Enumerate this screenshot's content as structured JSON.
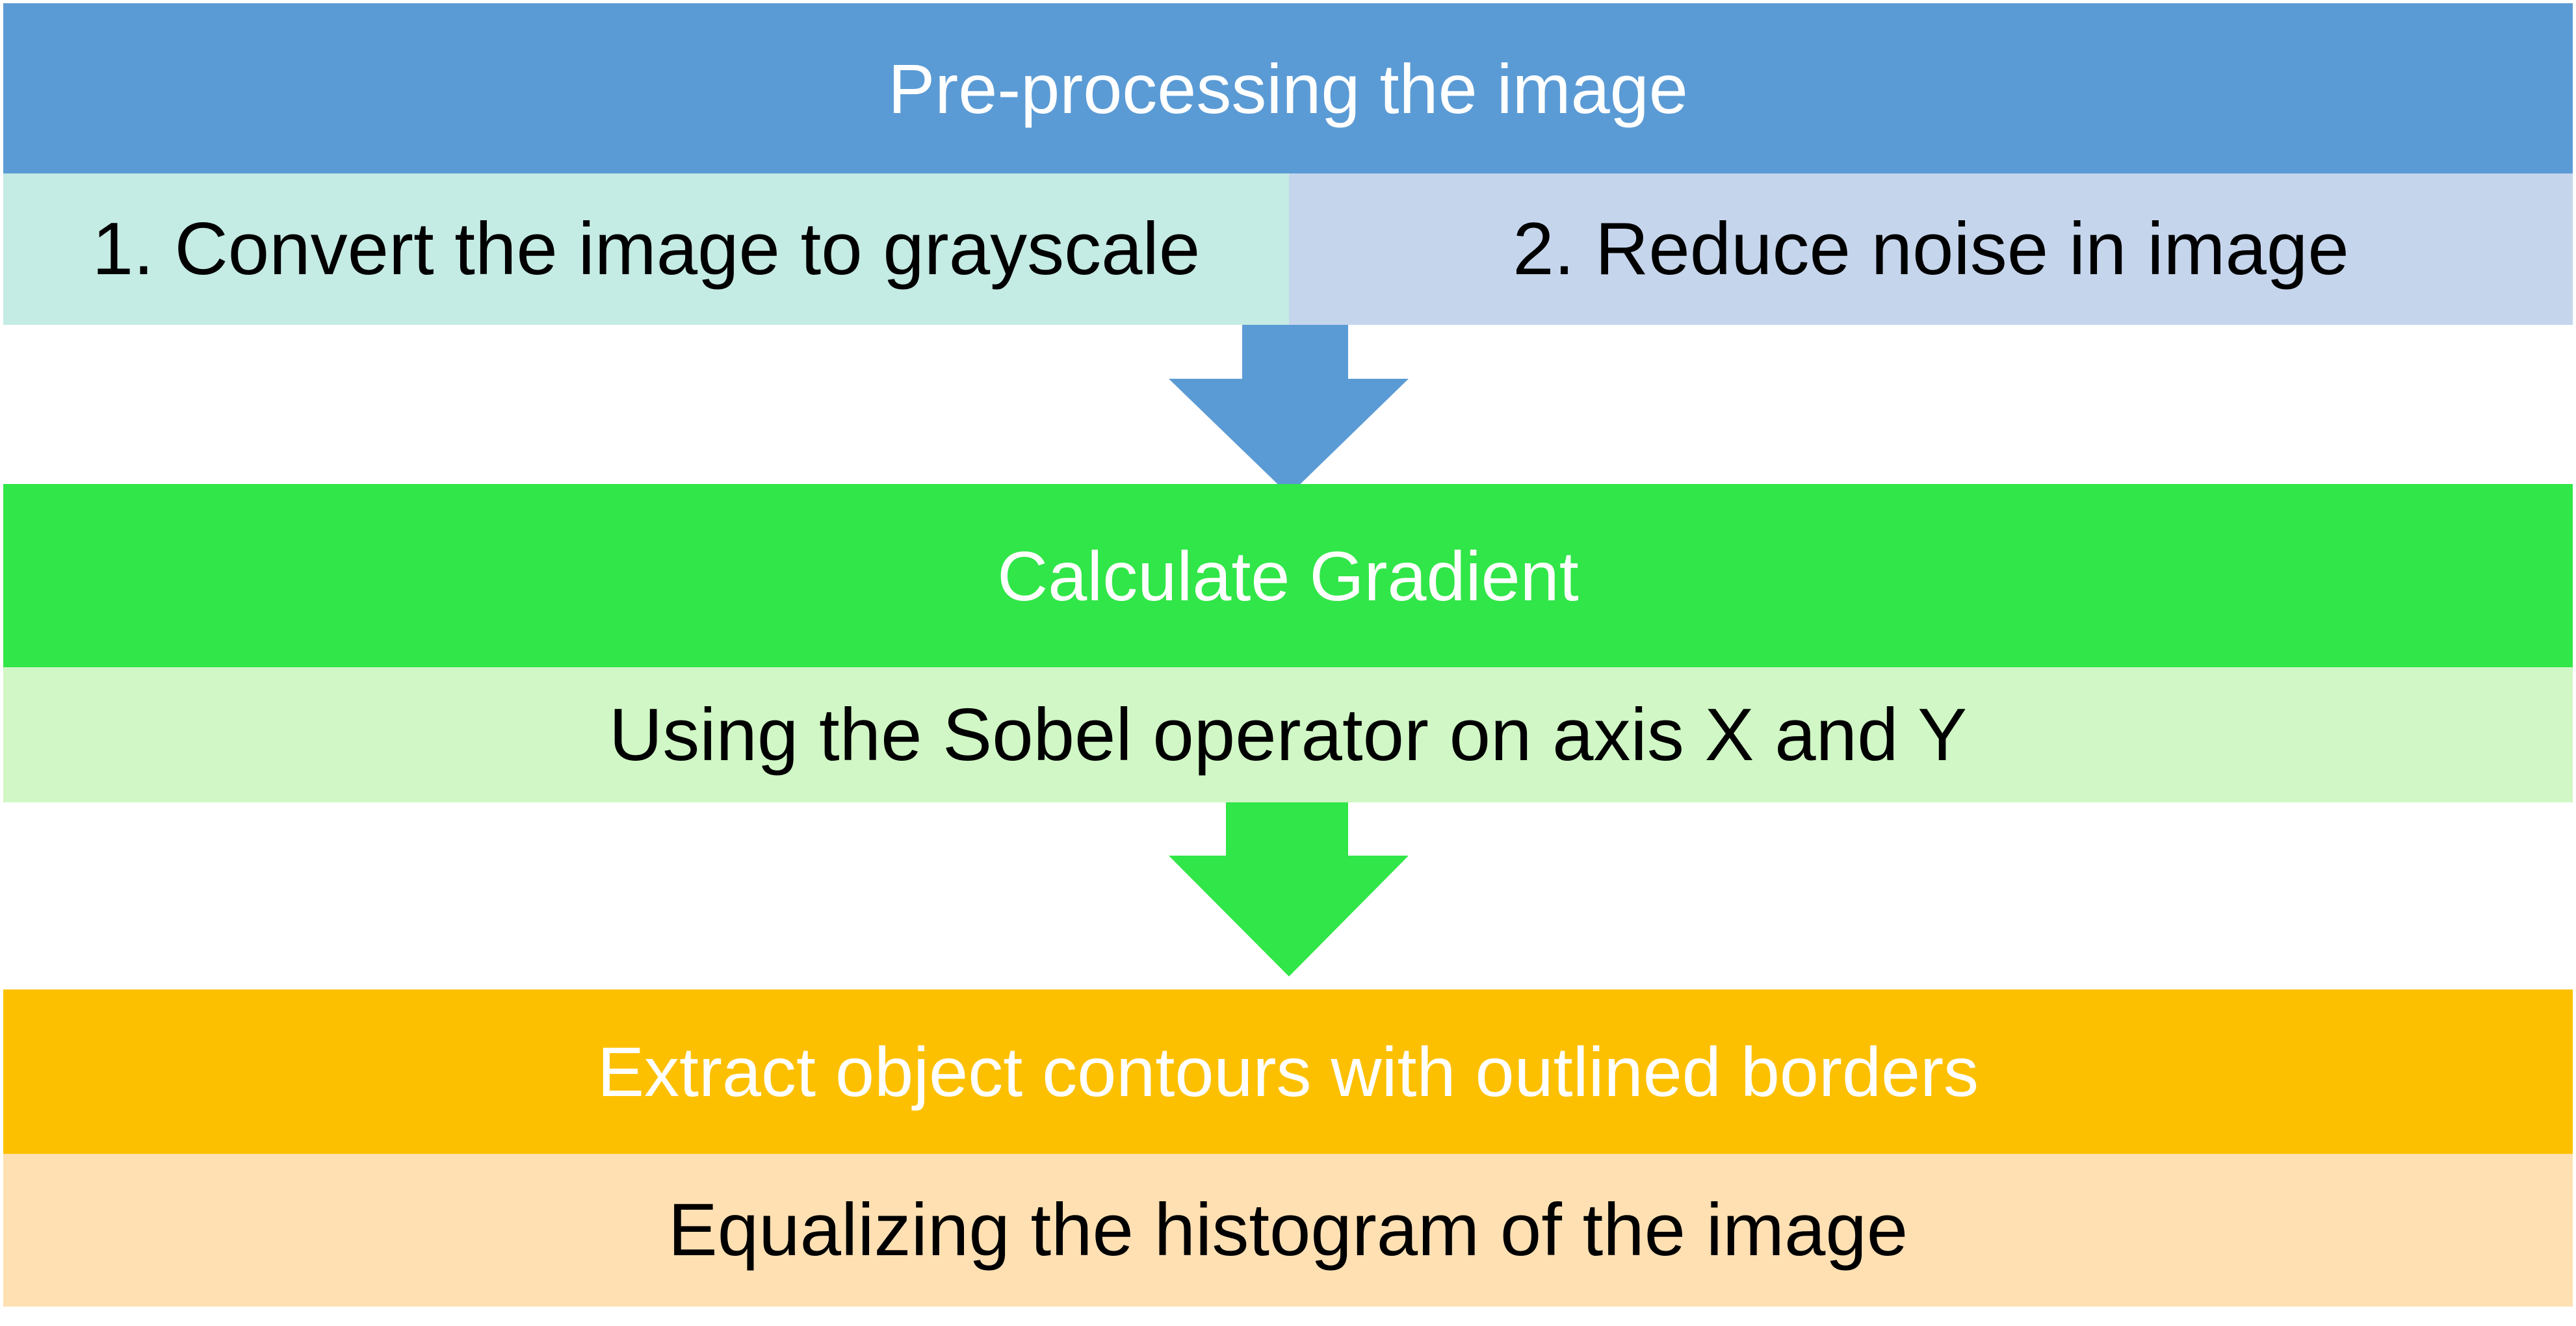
{
  "stages": [
    {
      "title": "Pre-processing the image",
      "steps": [
        "1. Convert the image to grayscale",
        "2. Reduce noise in image"
      ],
      "colors": {
        "header": "#5b9bd5",
        "step_left": "#c4ebe4",
        "step_right": "#c5d5ec"
      }
    },
    {
      "title": "Calculate Gradient",
      "steps": [
        "Using the Sobel operator on axis X and Y"
      ],
      "colors": {
        "header": "#31e648",
        "step": "#d0f7c5"
      }
    },
    {
      "title": "Extract object contours with outlined borders",
      "steps": [
        "Equalizing the histogram of the image"
      ],
      "colors": {
        "header": "#fdc000",
        "step": "#ffe0b3"
      }
    }
  ],
  "arrows": [
    {
      "color": "#5b9bd5"
    },
    {
      "color": "#31e648"
    }
  ]
}
